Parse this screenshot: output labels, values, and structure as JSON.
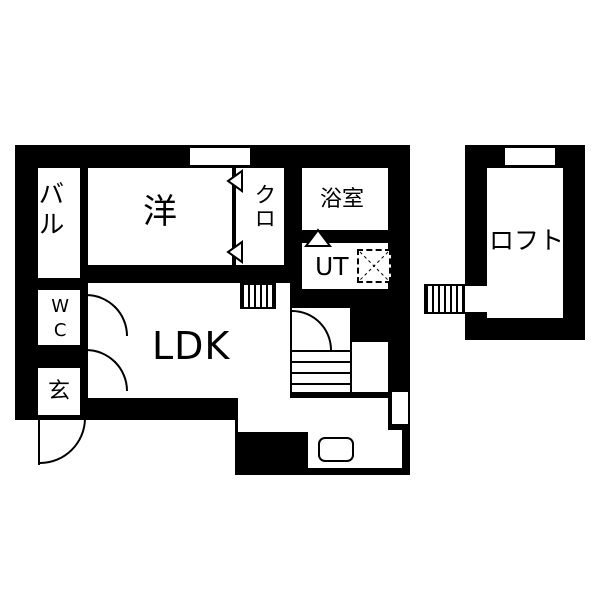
{
  "floorplan": {
    "labels": {
      "balcony": "バル",
      "western_room": "洋",
      "closet": "クロ",
      "bathroom": "浴室",
      "utility": "UT",
      "loft": "ロフト",
      "toilet": "WC",
      "entrance": "玄",
      "ldk": "LDK"
    },
    "colors": {
      "wall": "#000000",
      "floor": "#ffffff"
    },
    "symbols": [
      "door-swing-arc",
      "folding-door-triangle",
      "stairs",
      "loft-ladder-hatch",
      "washing-machine-pan",
      "kitchen-sink",
      "window"
    ]
  }
}
